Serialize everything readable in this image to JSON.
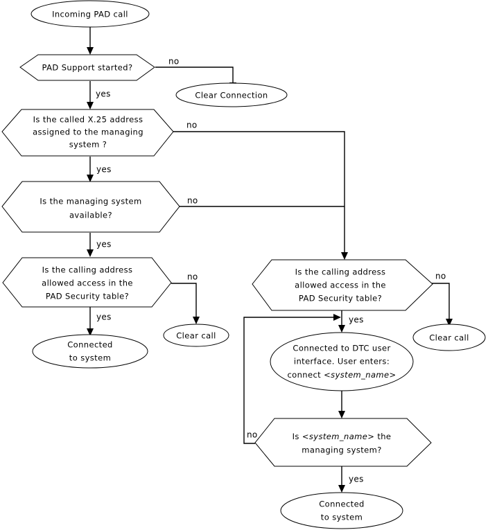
{
  "diagram": {
    "title": "PAD call handling flowchart",
    "background_color": "#ffffff",
    "line_color": "#000000",
    "text_color": "#000000"
  },
  "nodes": {
    "start_incoming_call": {
      "shape": "ellipse",
      "lines": [
        "Incoming PAD call"
      ]
    },
    "pad_support_started": {
      "shape": "hexagon",
      "lines": [
        "PAD Support started?"
      ]
    },
    "clear_connection": {
      "shape": "ellipse",
      "lines": [
        "Clear  Connection"
      ]
    },
    "called_address_assigned": {
      "shape": "hexagon",
      "lines": [
        "Is the called X.25 address",
        "assigned to the managing",
        "system ?"
      ]
    },
    "managing_system_available": {
      "shape": "hexagon",
      "lines": [
        "Is the managing system",
        "available?"
      ]
    },
    "security_table_left": {
      "shape": "hexagon",
      "lines": [
        "Is the calling address",
        "allowed access in the",
        "PAD Security table?"
      ]
    },
    "clear_call_left": {
      "shape": "ellipse",
      "lines": [
        "Clear call"
      ]
    },
    "connected_to_system_left": {
      "shape": "ellipse",
      "lines": [
        "Connected",
        "to system"
      ]
    },
    "security_table_right": {
      "shape": "hexagon",
      "lines": [
        "Is the calling address",
        "allowed access in the",
        "PAD Security table?"
      ]
    },
    "clear_call_right": {
      "shape": "ellipse",
      "lines": [
        "Clear call"
      ]
    },
    "connected_to_dtc": {
      "shape": "ellipse",
      "lines": [
        "Connected to DTC user",
        "interface. User enters:",
        "connect  <system_name>"
      ],
      "italic_segment": "<system_name>"
    },
    "is_system_name_managing": {
      "shape": "hexagon",
      "lines": [
        "Is  <system_name>  the",
        "managing  system?"
      ],
      "italic_segment": "<system_name>"
    },
    "connected_to_system_bottom": {
      "shape": "ellipse",
      "lines": [
        "Connected",
        "to system"
      ]
    }
  },
  "edge_labels": {
    "pad_support_no": "no",
    "pad_support_yes": "yes",
    "called_address_no": "no",
    "called_address_yes": "yes",
    "managing_available_no": "no",
    "managing_available_yes": "yes",
    "security_left_no": "no",
    "security_left_yes": "yes",
    "security_right_no": "no",
    "security_right_yes": "yes",
    "system_name_no": "no",
    "system_name_yes": "yes"
  }
}
